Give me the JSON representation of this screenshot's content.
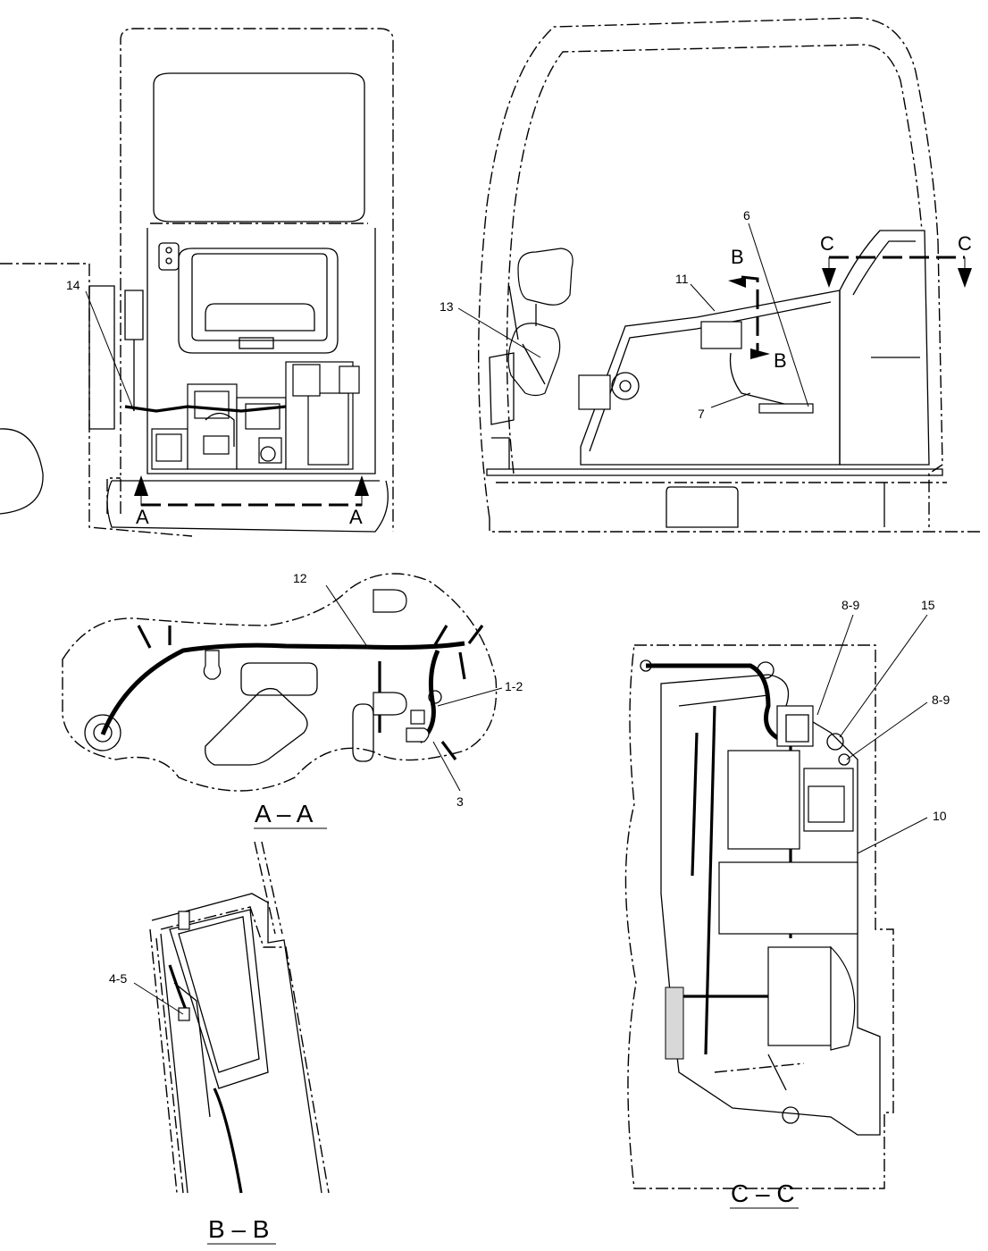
{
  "callouts": {
    "c14": "14",
    "c13": "13",
    "c11": "11",
    "c6": "6",
    "c7": "7",
    "c12": "12",
    "c1_2": "1-2",
    "c3": "3",
    "c4_5": "4-5",
    "c8_9_top": "8-9",
    "c8_9_right": "8-9",
    "c15": "15",
    "c10": "10"
  },
  "section_markers": {
    "a_left": "A",
    "a_right": "A",
    "b_top": "B",
    "b_bottom": "B",
    "c_left": "C",
    "c_right": "C"
  },
  "section_titles": {
    "aa": "A – A",
    "bb": "B – B",
    "cc": "C – C"
  }
}
